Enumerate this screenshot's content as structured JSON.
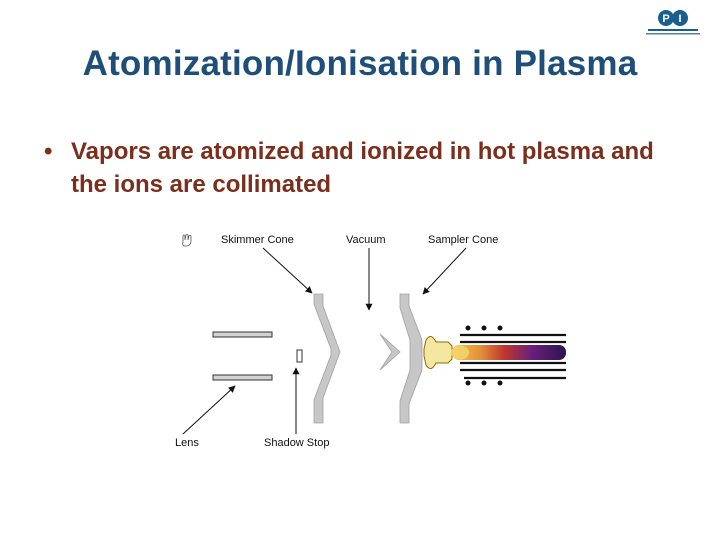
{
  "slide": {
    "title": "Atomization/Ionisation in Plasma",
    "bullets": [
      "Vapors are atomized and ionized in hot plasma and the ions are collimated"
    ]
  },
  "logo": {
    "letters": [
      "P",
      "I"
    ],
    "accent_color": "#1a5e8e"
  },
  "diagram": {
    "labels": {
      "skimmer_cone": "Skimmer Cone",
      "vacuum": "Vacuum",
      "sampler_cone": "Sampler Cone",
      "lens": "Lens",
      "shadow_stop": "Shadow Stop"
    }
  },
  "colors": {
    "title": "#1f4e79",
    "bullet_text": "#7b2e1b"
  }
}
